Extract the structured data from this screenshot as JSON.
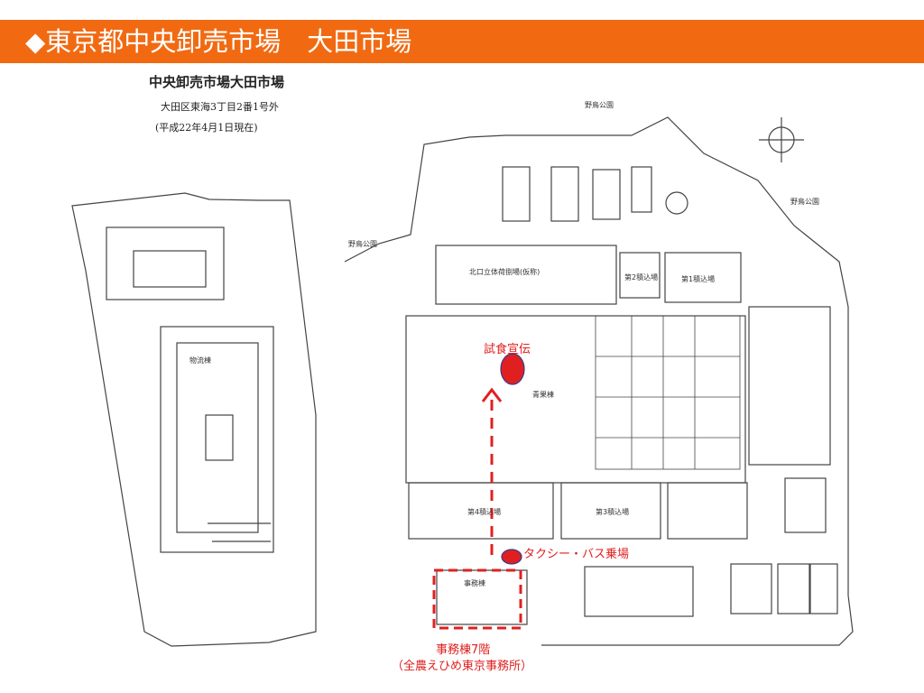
{
  "title": "◆東京都中央卸売市場　大田市場",
  "map_header": {
    "name": "中央卸売市場大田市場",
    "address": "大田区東海3丁目2番1号外",
    "date": "(平成22年4月1日現在)"
  },
  "map_labels": {
    "park_top": "野鳥公園",
    "park_right": "野鳥公園",
    "park_left": "野鳥公園",
    "north_parking": "北口立体荷捌場(仮称)",
    "produce_building": "青果棟",
    "fourth_loading": "第4積込場",
    "third_loading": "第3積込場",
    "second_loading": "第2積込場",
    "first_loading": "第1積込場",
    "office_building": "事務棟",
    "distribution_building": "物流棟"
  },
  "annotations": {
    "tasting_promo": "試食宣伝",
    "taxi_bus": "タクシー・バス乗場",
    "office_line1": "事務棟7階",
    "office_line2": "（全農えひめ東京事務所）"
  },
  "colors": {
    "title_bar": "#f16a12",
    "annotation_red": "#e02020",
    "map_ink": "#444444"
  }
}
